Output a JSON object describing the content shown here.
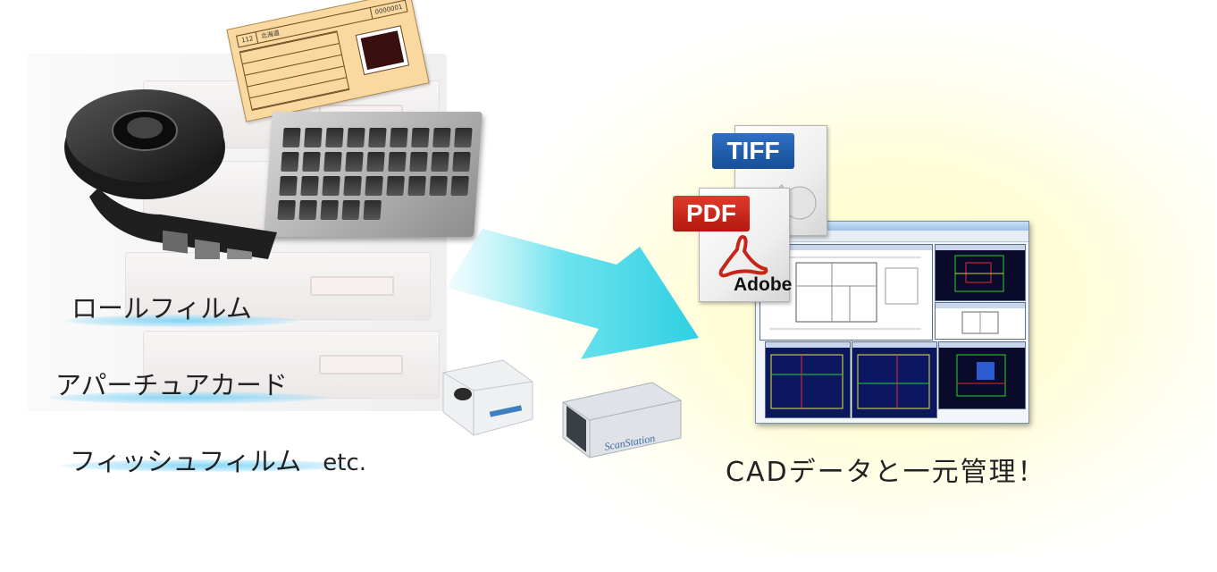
{
  "media_labels": {
    "roll_film": "ロールフィルム",
    "aperture_card": "アパーチュアカード",
    "microfiche": "フィッシュフィルム",
    "etc": "etc."
  },
  "file_formats": {
    "tiff": "TIFF",
    "pdf": "PDF",
    "adobe": "Adobe"
  },
  "card": {
    "number": "112",
    "region": "北海道",
    "serial": "0000001"
  },
  "scanner_brand": "ScanStation",
  "tagline": "CADデータと一元管理！",
  "colors": {
    "arrow": "#40d8e8",
    "glow": "#fffbc0",
    "tiff_badge": "#1f5cab",
    "pdf_badge": "#c8251a"
  }
}
